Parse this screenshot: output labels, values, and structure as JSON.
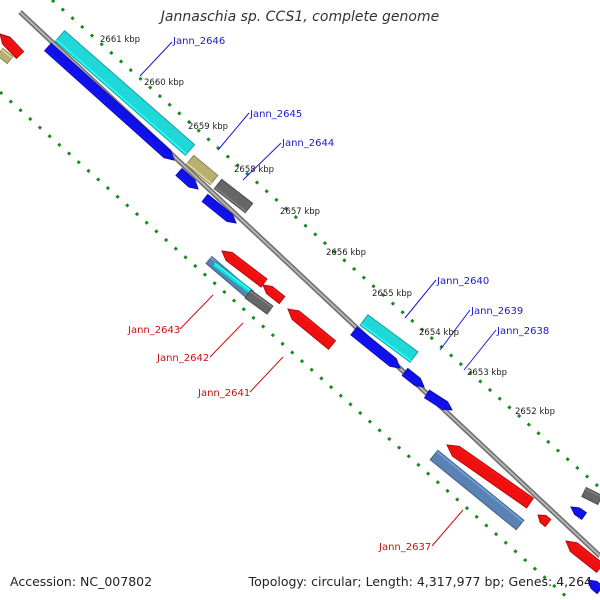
{
  "title": "Jannaschia sp. CCS1, complete genome",
  "footer": {
    "accession": "Accession: NC_007802",
    "summary": "Topology: circular; Length: 4,317,977 bp; Genes: 4,264"
  },
  "ticks": [
    {
      "label": "2661 kbp"
    },
    {
      "label": "2660 kbp"
    },
    {
      "label": "2659 kbp"
    },
    {
      "label": "2658 kbp"
    },
    {
      "label": "2657 kbp"
    },
    {
      "label": "2656 kbp"
    },
    {
      "label": "2655 kbp"
    },
    {
      "label": "2654 kbp"
    },
    {
      "label": "2653 kbp"
    },
    {
      "label": "2652 kbp"
    }
  ],
  "forward_labels": [
    {
      "text": "Jann_2646"
    },
    {
      "text": "Jann_2645"
    },
    {
      "text": "Jann_2644"
    },
    {
      "text": "Jann_2640"
    },
    {
      "text": "Jann_2639"
    },
    {
      "text": "Jann_2638"
    }
  ],
  "reverse_labels": [
    {
      "text": "Jann_2643"
    },
    {
      "text": "Jann_2642"
    },
    {
      "text": "Jann_2641"
    },
    {
      "text": "Jann_2637"
    }
  ],
  "colors": {
    "forward_label": "#1a1ad0",
    "reverse_label": "#cc1010",
    "backbone": "#8c8c8c",
    "tick": "#1a8a1a",
    "blue": "#1010e8",
    "cyan": "#20d8d8",
    "red": "#ee1010",
    "olive": "#b8b070",
    "gray": "#666666",
    "steel": "#5a82b4"
  }
}
